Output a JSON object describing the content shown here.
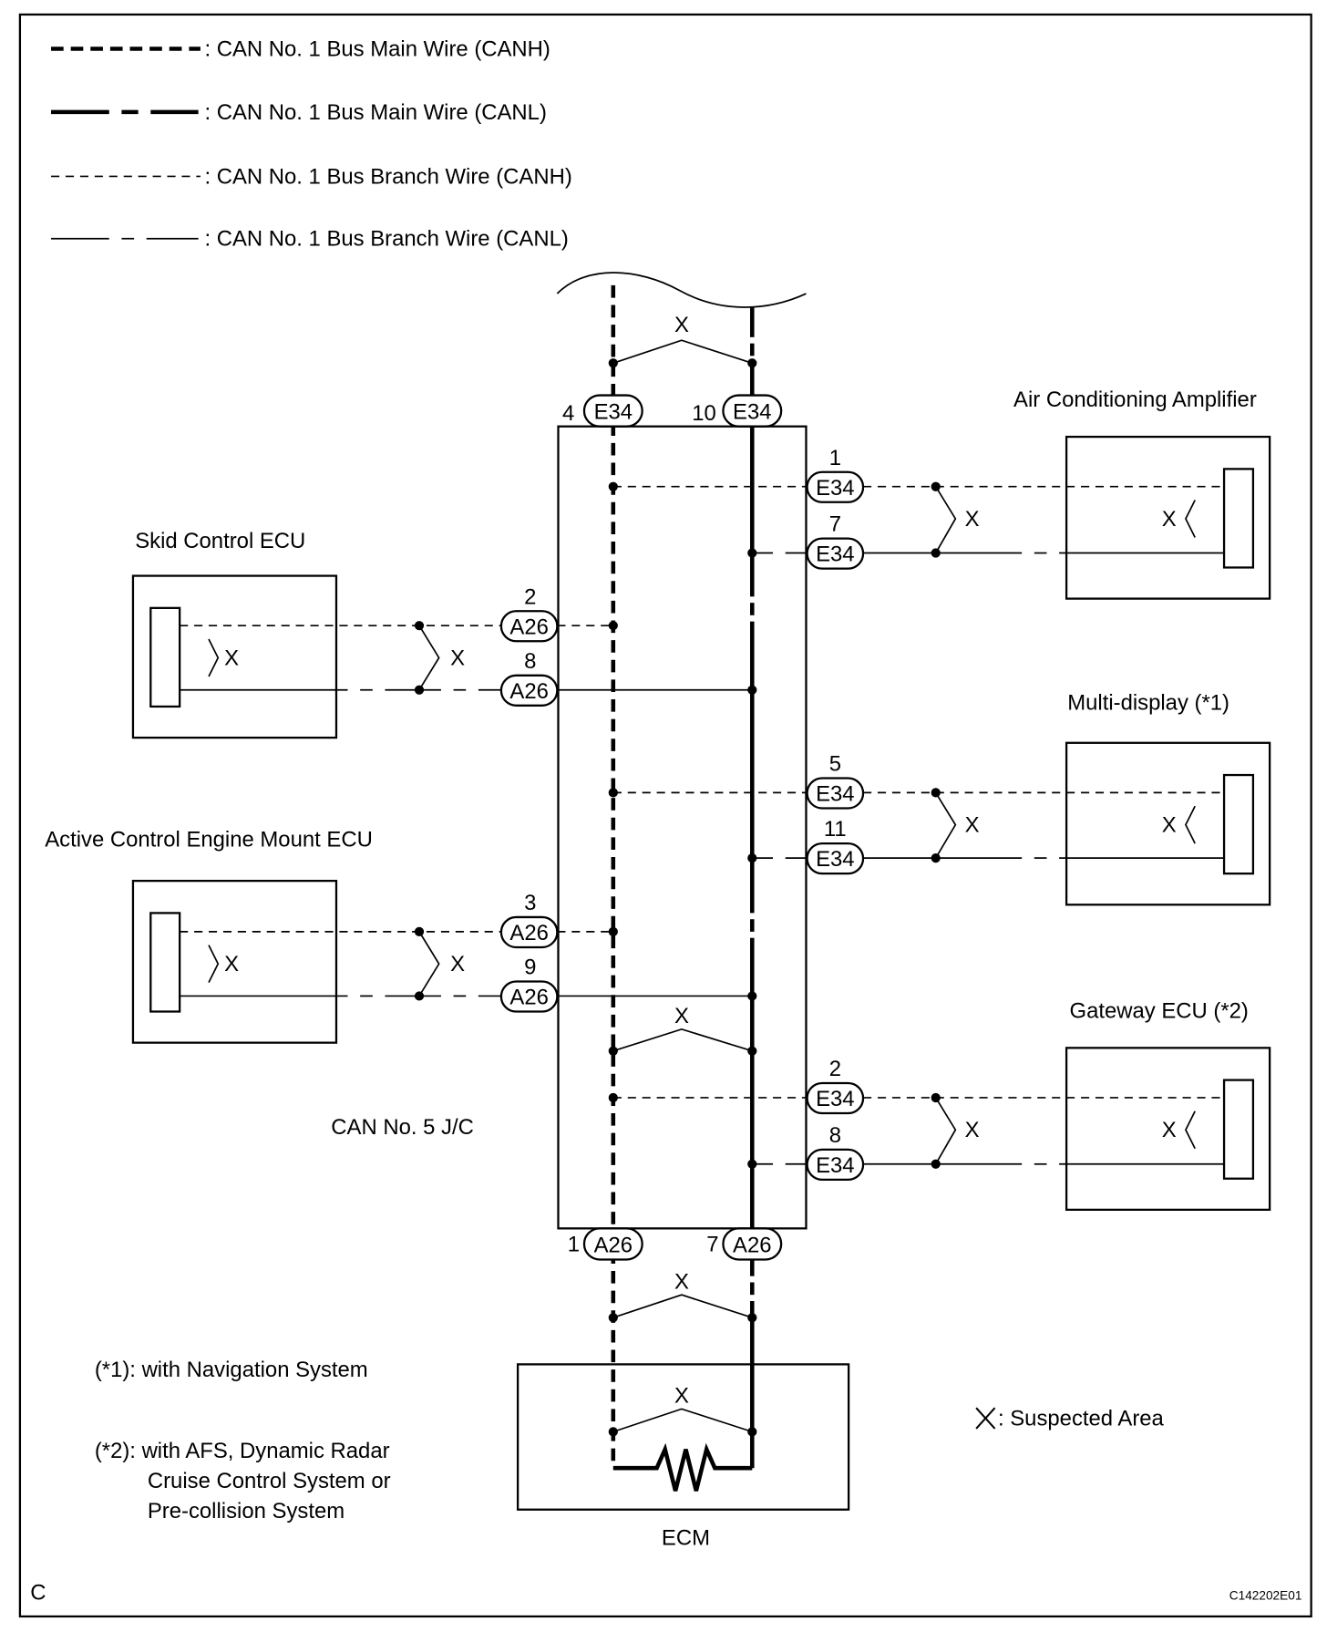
{
  "legend": [
    {
      "style": "main-canh",
      "text": ": CAN No. 1 Bus Main Wire (CANH)"
    },
    {
      "style": "main-canl",
      "text": ": CAN No. 1 Bus Main Wire (CANL)"
    },
    {
      "style": "branch-canh",
      "text": ": CAN No. 1 Bus Branch Wire (CANH)"
    },
    {
      "style": "branch-canl",
      "text": ": CAN No. 1 Bus Branch Wire (CANL)"
    }
  ],
  "junction": {
    "label": "CAN No. 5 J/C",
    "top_connectors": [
      {
        "pin": "4",
        "connector": "E34"
      },
      {
        "pin": "10",
        "connector": "E34"
      }
    ],
    "bottom_connectors": [
      {
        "pin": "1",
        "connector": "A26"
      },
      {
        "pin": "7",
        "connector": "A26"
      }
    ]
  },
  "ecus": {
    "skid": {
      "label": "Skid Control ECU",
      "canh": {
        "pin": "2",
        "connector": "A26"
      },
      "canl": {
        "pin": "8",
        "connector": "A26"
      }
    },
    "acem": {
      "label": "Active Control Engine Mount ECU",
      "canh": {
        "pin": "3",
        "connector": "A26"
      },
      "canl": {
        "pin": "9",
        "connector": "A26"
      }
    },
    "aircon": {
      "label": "Air Conditioning Amplifier",
      "canh": {
        "pin": "1",
        "connector": "E34"
      },
      "canl": {
        "pin": "7",
        "connector": "E34"
      }
    },
    "multi": {
      "label": "Multi-display  (*1)",
      "canh": {
        "pin": "5",
        "connector": "E34"
      },
      "canl": {
        "pin": "11",
        "connector": "E34"
      }
    },
    "gateway": {
      "label": "Gateway ECU (*2)",
      "canh": {
        "pin": "2",
        "connector": "E34"
      },
      "canl": {
        "pin": "8",
        "connector": "E34"
      }
    },
    "ecm": {
      "label": "ECM"
    }
  },
  "suspect_mark": "X",
  "suspect_legend": ": Suspected Area",
  "notes": {
    "note1": "(*1): with Navigation System",
    "note2_line1": "(*2): with AFS, Dynamic Radar",
    "note2_line2": "Cruise Control System or",
    "note2_line3": "Pre-collision System"
  },
  "corner_letter": "C",
  "figure_id": "C142202E01"
}
